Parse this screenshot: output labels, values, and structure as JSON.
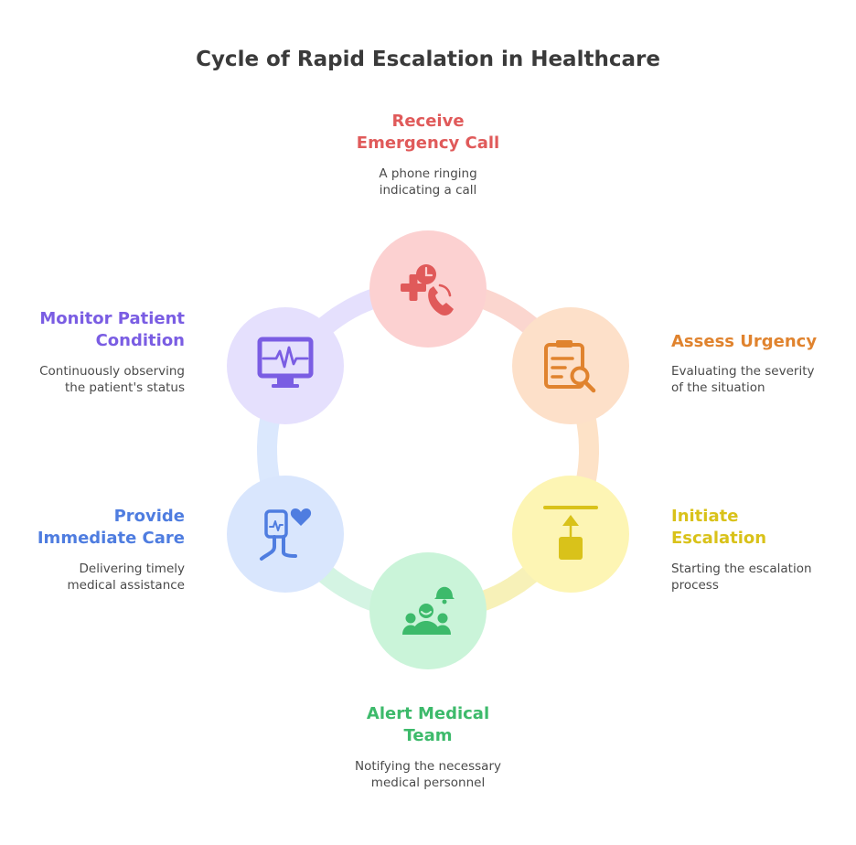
{
  "title": "Cycle of Rapid Escalation in Healthcare",
  "steps": [
    {
      "title": "Receive\nEmergency Call",
      "desc": "A phone ringing\nindicating a call",
      "color": "#e05a5a",
      "fill": "#fcd1d1",
      "icon": "emergency-phone-icon"
    },
    {
      "title": "Assess Urgency",
      "desc": "Evaluating the severity\nof the situation",
      "color": "#e0832e",
      "fill": "#fde0c9",
      "icon": "clipboard-search-icon"
    },
    {
      "title": "Initiate\nEscalation",
      "desc": "Starting the escalation\nprocess",
      "color": "#d9c21a",
      "fill": "#fdf5b4",
      "icon": "escalation-lift-icon"
    },
    {
      "title": "Alert Medical\nTeam",
      "desc": "Notifying the necessary\nmedical personnel",
      "color": "#3dba6b",
      "fill": "#caf4d9",
      "icon": "team-alert-icon"
    },
    {
      "title": "Provide\nImmediate Care",
      "desc": "Delivering timely\nmedical assistance",
      "color": "#4f7de0",
      "fill": "#d9e6fd",
      "icon": "hand-heart-care-icon"
    },
    {
      "title": "Monitor Patient\nCondition",
      "desc": "Continuously observing\nthe patient's status",
      "color": "#7a5de3",
      "fill": "#e5e0fd",
      "icon": "heart-monitor-icon"
    }
  ]
}
